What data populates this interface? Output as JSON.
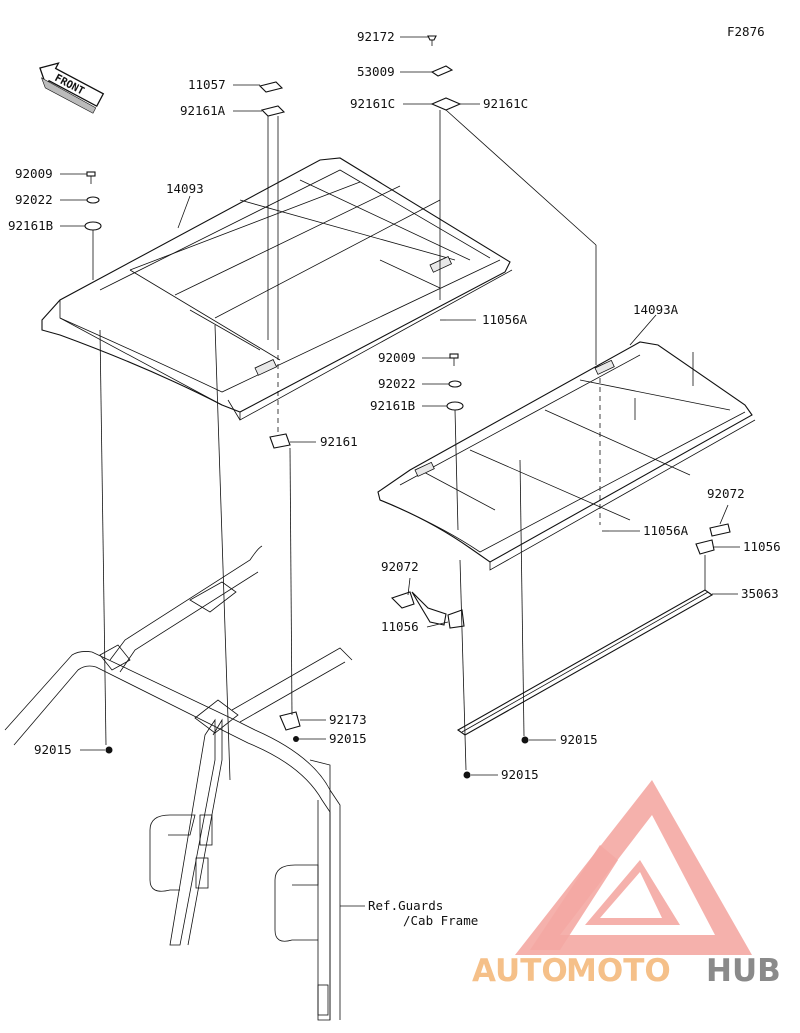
{
  "figure_code": "F2876",
  "front_label": "FRONT",
  "labels": {
    "p92172": "92172",
    "p53009": "53009",
    "p92161C_left": "92161C",
    "p92161C_right": "92161C",
    "p11057": "11057",
    "p92161A": "92161A",
    "p92009_left": "92009",
    "p92022_left": "92022",
    "p92161B_left": "92161B",
    "p14093": "14093",
    "p11056A_top": "11056A",
    "p14093A": "14093A",
    "p92009_mid": "92009",
    "p92022_mid": "92022",
    "p92161B_mid": "92161B",
    "p92161": "92161",
    "p11056A_mid": "11056A",
    "p92072_right": "92072",
    "p11056_right": "11056",
    "p35063": "35063",
    "p92072_left": "92072",
    "p11056_left": "11056",
    "p92173": "92173",
    "p92015_a": "92015",
    "p92015_left": "92015",
    "p92015_b": "92015",
    "p92015_c": "92015",
    "ref_line1": "Ref.Guards",
    "ref_line2": "/Cab Frame"
  },
  "watermark": {
    "text_auto": "AUTO",
    "text_moto": "MOTO",
    "text_hub": "HUB",
    "color_auto": "#f5c089",
    "color_moto": "#f5c089",
    "color_hub": "#8a8a8a",
    "logo_color": "#f2a09a"
  }
}
